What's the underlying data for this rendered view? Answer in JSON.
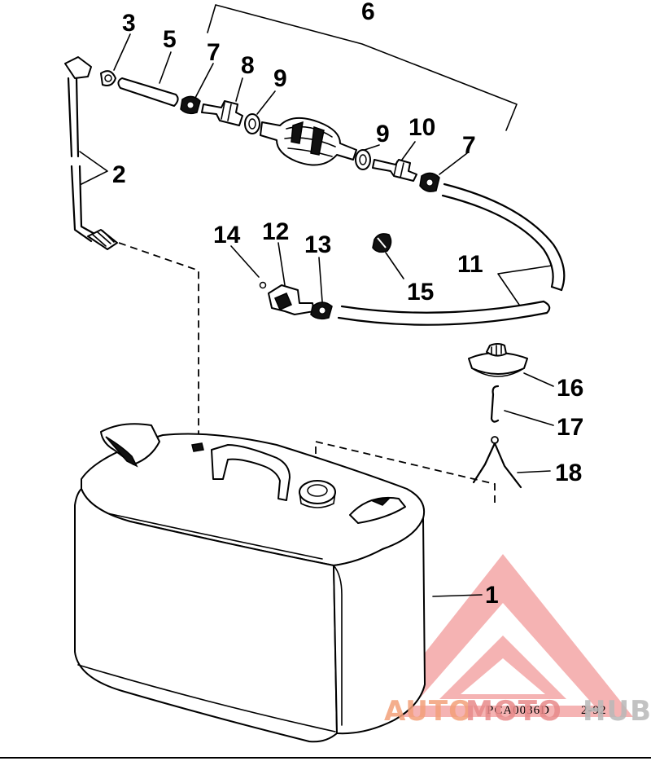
{
  "diagram": {
    "callouts": [
      {
        "id": "1",
        "label": "1"
      },
      {
        "id": "2",
        "label": "2"
      },
      {
        "id": "3",
        "label": "3"
      },
      {
        "id": "5",
        "label": "5"
      },
      {
        "id": "6",
        "label": "6"
      },
      {
        "id": "7a",
        "label": "7"
      },
      {
        "id": "7b",
        "label": "7"
      },
      {
        "id": "8",
        "label": "8"
      },
      {
        "id": "9a",
        "label": "9"
      },
      {
        "id": "9b",
        "label": "9"
      },
      {
        "id": "10",
        "label": "10"
      },
      {
        "id": "11",
        "label": "11"
      },
      {
        "id": "12",
        "label": "12"
      },
      {
        "id": "13",
        "label": "13"
      },
      {
        "id": "14",
        "label": "14"
      },
      {
        "id": "15",
        "label": "15"
      },
      {
        "id": "16",
        "label": "16"
      },
      {
        "id": "17",
        "label": "17"
      },
      {
        "id": "18",
        "label": "18"
      }
    ],
    "reference_code": "PCA0036D",
    "reference_date": "2-92"
  },
  "watermark": {
    "left": "AUTO",
    "middle": "MOTO",
    "right": "HUB",
    "colors": {
      "left": "#f3a07a",
      "middle": "#e88a8a",
      "right": "#b8b8b8",
      "triangle": "#f08c8c"
    }
  }
}
